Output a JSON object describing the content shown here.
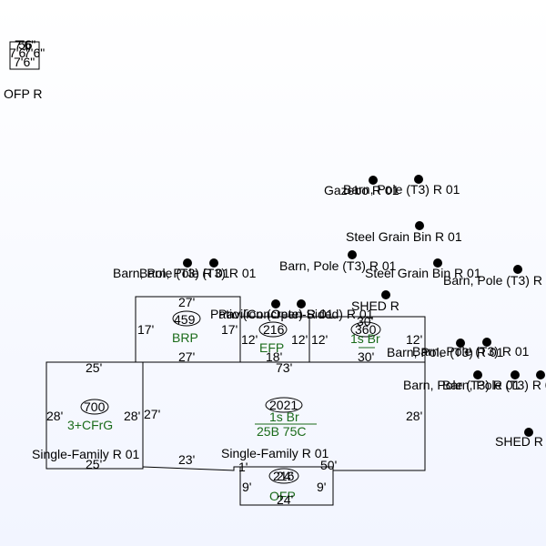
{
  "colors": {
    "area_code": "#1a6b1a",
    "outline": "#000000"
  },
  "top_left": {
    "label": "OFP R",
    "dims": [
      "7'6\"",
      "7'6\"",
      "7'6\"",
      "7'6\""
    ],
    "code": "56"
  },
  "points": [
    {
      "label": "Gazebo R 01"
    },
    {
      "label": "Barn, Pole (T3) R 01"
    },
    {
      "label": "Steel Grain Bin R 01"
    },
    {
      "label": "Barn, Pole (T3) R 01"
    },
    {
      "label": "Steel Grain Bin R 01"
    },
    {
      "label": "Barn, Pole (T3) R 01"
    },
    {
      "label": "Barn, Pole (T3) R 01"
    },
    {
      "label": "Barn, Pole (T3) R 01"
    },
    {
      "label": "SHED R"
    },
    {
      "label": "Patio (Concrete) R 01"
    },
    {
      "label": "Pavilion (Open-Sided) R 01"
    },
    {
      "label": "Barn, Pole (T3) R 01"
    },
    {
      "label": "Barn, Pole (T3) R 01"
    },
    {
      "label": "Barn, Pole (T3) R 01"
    },
    {
      "label": "Barn, Pole (T3) R 01"
    },
    {
      "label": "SHED R"
    }
  ],
  "areas": {
    "brp": {
      "number": "459",
      "code": "BRP",
      "top": "27'",
      "bottom": "27'",
      "left": "17'",
      "right": "17'"
    },
    "efp": {
      "number": "216",
      "code": "EFP",
      "left": "12'",
      "right": "12'",
      "bottom": "18'"
    },
    "porch": {
      "number": "360",
      "code": "1s Br",
      "left": "12'",
      "right": "12'",
      "top": "30'",
      "bottom": "30'"
    },
    "cfrg": {
      "number": "700",
      "code": "3+CFrG",
      "top": "25'",
      "bottom": "25'",
      "left": "28'",
      "right": "28'",
      "label": "Single-Family R 01"
    },
    "main": {
      "number": "2021",
      "code": "1s Br",
      "code2": "25B 75C",
      "top": "73'",
      "left": "27'",
      "right": "28'",
      "bottom_left": "23'",
      "bottom_right": "50'",
      "notch": "1'",
      "label": "Single-Family R 01"
    },
    "ofp": {
      "number": "216",
      "code": "OFP",
      "top": "24'",
      "bottom": "24'",
      "left": "9'",
      "right": "9'"
    }
  }
}
